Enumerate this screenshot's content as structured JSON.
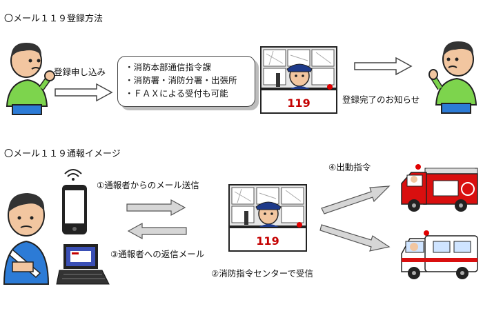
{
  "section1": {
    "heading": "〇メール１１９登録方法",
    "apply_label": "登録申し込み",
    "receivers": [
      "・消防本部通信指令課",
      "・消防署・消防分署・出張所",
      "・ＦＡＸによる受付も可能"
    ],
    "complete_label": "登録完了のお知らせ",
    "desk_number": "119"
  },
  "section2": {
    "heading": "〇メール１１９通報イメージ",
    "step1": "①通報者からのメール送信",
    "step2": "②消防指令センターで受信",
    "step3": "③通報者への返信メール",
    "step4": "④出動指令",
    "desk_number": "119"
  }
}
